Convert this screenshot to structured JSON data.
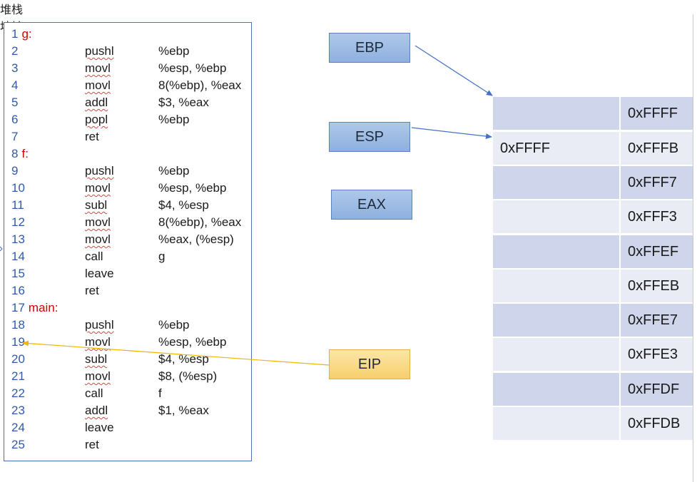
{
  "code": {
    "lines": [
      {
        "n": "1",
        "label": "g:",
        "mn": "",
        "op": ""
      },
      {
        "n": "2",
        "label": "",
        "mn": "pushl",
        "op": "%ebp"
      },
      {
        "n": "3",
        "label": "",
        "mn": "movl",
        "op": "%esp, %ebp"
      },
      {
        "n": "4",
        "label": "",
        "mn": "movl",
        "op": "8(%ebp), %eax"
      },
      {
        "n": "5",
        "label": "",
        "mn": "addl",
        "op": "$3, %eax"
      },
      {
        "n": "6",
        "label": "",
        "mn": "popl",
        "op": "%ebp"
      },
      {
        "n": "7",
        "label": "",
        "mn": "ret",
        "op": ""
      },
      {
        "n": "8",
        "label": "f:",
        "mn": "",
        "op": ""
      },
      {
        "n": "9",
        "label": "",
        "mn": "pushl",
        "op": "%ebp"
      },
      {
        "n": "10",
        "label": "",
        "mn": "movl",
        "op": "%esp, %ebp"
      },
      {
        "n": "11",
        "label": "",
        "mn": "subl",
        "op": "$4, %esp"
      },
      {
        "n": "12",
        "label": "",
        "mn": "movl",
        "op": "8(%ebp), %eax"
      },
      {
        "n": "13",
        "label": "",
        "mn": "movl",
        "op": "%eax, (%esp)"
      },
      {
        "n": "14",
        "label": "",
        "mn": "call",
        "op": "g"
      },
      {
        "n": "15",
        "label": "",
        "mn": "leave",
        "op": ""
      },
      {
        "n": "16",
        "label": "",
        "mn": "ret",
        "op": ""
      },
      {
        "n": "17",
        "label": "main:",
        "mn": "",
        "op": ""
      },
      {
        "n": "18",
        "label": "",
        "mn": "pushl",
        "op": "%ebp"
      },
      {
        "n": "19",
        "label": "",
        "mn": "movl",
        "op": "%esp, %ebp"
      },
      {
        "n": "20",
        "label": "",
        "mn": "subl",
        "op": "$4, %esp"
      },
      {
        "n": "21",
        "label": "",
        "mn": "movl",
        "op": "$8, (%esp)"
      },
      {
        "n": "22",
        "label": "",
        "mn": "call",
        "op": "f"
      },
      {
        "n": "23",
        "label": "",
        "mn": "addl",
        "op": "$1, %eax"
      },
      {
        "n": "24",
        "label": "",
        "mn": "leave",
        "op": ""
      },
      {
        "n": "25",
        "label": "",
        "mn": "ret",
        "op": ""
      }
    ]
  },
  "registers": {
    "ebp": "EBP",
    "esp": "ESP",
    "eax": "EAX",
    "eip": "EIP"
  },
  "stack": {
    "header_stack": "堆栈",
    "header_addr": "地址",
    "rows": [
      {
        "value": "",
        "addr": "0xFFFF"
      },
      {
        "value": "0xFFFF",
        "addr": "0xFFFB"
      },
      {
        "value": "",
        "addr": "0xFFF7"
      },
      {
        "value": "",
        "addr": "0xFFF3"
      },
      {
        "value": "",
        "addr": "0xFFEF"
      },
      {
        "value": "",
        "addr": "0xFFEB"
      },
      {
        "value": "",
        "addr": "0xFFE7"
      },
      {
        "value": "",
        "addr": "0xFFE3"
      },
      {
        "value": "",
        "addr": "0xFFDF"
      },
      {
        "value": "",
        "addr": "0xFFDB"
      }
    ]
  },
  "colors": {
    "register_blue": "#9dbce5",
    "eip_yellow": "#fbd987",
    "table_header": "#4472c4",
    "label_red": "#d10000",
    "line_number_blue": "#2f5aa8",
    "ebp_esp_arrow": "#4472c4",
    "eip_arrow": "#f2b500"
  }
}
